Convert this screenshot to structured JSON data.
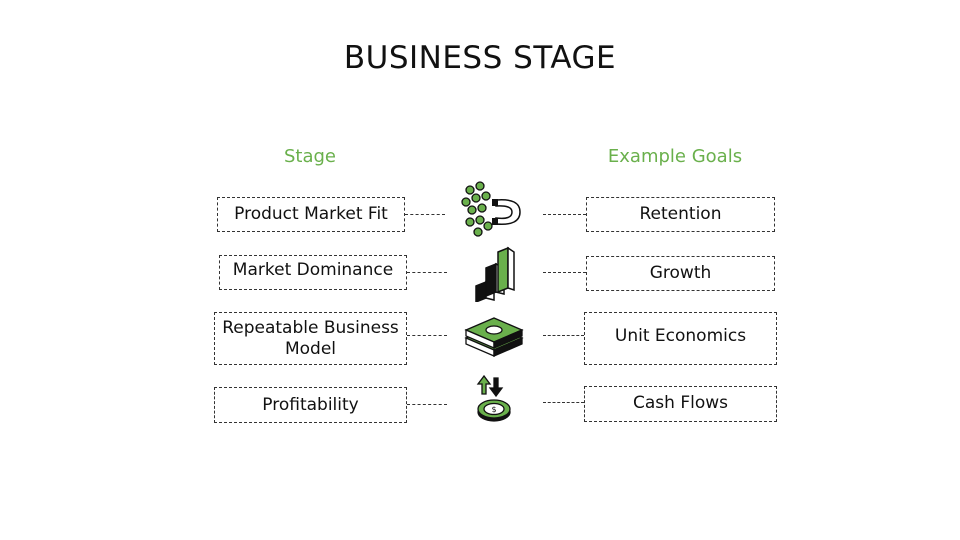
{
  "title": "BUSINESS STAGE",
  "headers": {
    "stage": "Stage",
    "goals": "Example Goals"
  },
  "rows": [
    {
      "stage": "Product Market Fit",
      "goal": "Retention",
      "icon": "magnet-icon"
    },
    {
      "stage": "Market Dominance",
      "goal": "Growth",
      "icon": "bar-chart-icon"
    },
    {
      "stage": "Repeatable Business Model",
      "goal": "Unit Economics",
      "icon": "money-stack-icon"
    },
    {
      "stage": "Profitability",
      "goal": "Cash Flows",
      "icon": "coin-arrows-icon"
    }
  ],
  "colors": {
    "accent": "#6ab04c",
    "dark": "#111111"
  }
}
